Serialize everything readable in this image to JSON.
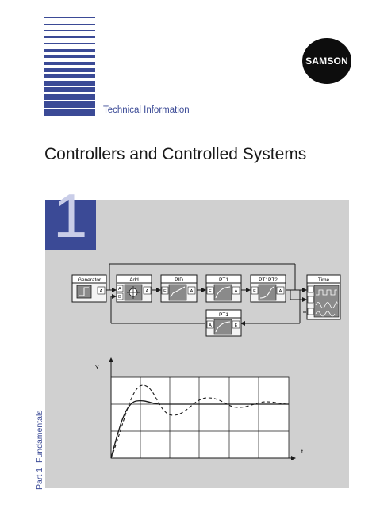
{
  "header": {
    "subtitle": "Technical Information",
    "logo_text": "SAMSON"
  },
  "title": "Controllers and Controlled Systems",
  "chapter": {
    "number": "1"
  },
  "side_label": {
    "part": "Part 1",
    "name": "Fundamentals"
  },
  "diagram": {
    "blocks": [
      {
        "id": "generator",
        "label": "Generator"
      },
      {
        "id": "add",
        "label": "Add"
      },
      {
        "id": "pid",
        "label": "PID"
      },
      {
        "id": "pt1",
        "label": "PT1"
      },
      {
        "id": "pt1pt2",
        "label": "PT1PT2"
      },
      {
        "id": "time",
        "label": "Time"
      },
      {
        "id": "pt1-feedback",
        "label": "PT1"
      }
    ],
    "port_labels": {
      "a": "A",
      "e": "E",
      "b": "B"
    }
  },
  "graph": {
    "ylabel": "Y",
    "xlabel": "t"
  },
  "colors": {
    "brand_blue": "#3b4a96",
    "panel_gray": "#d0d0d0",
    "chapter_light": "#c9cde8"
  }
}
